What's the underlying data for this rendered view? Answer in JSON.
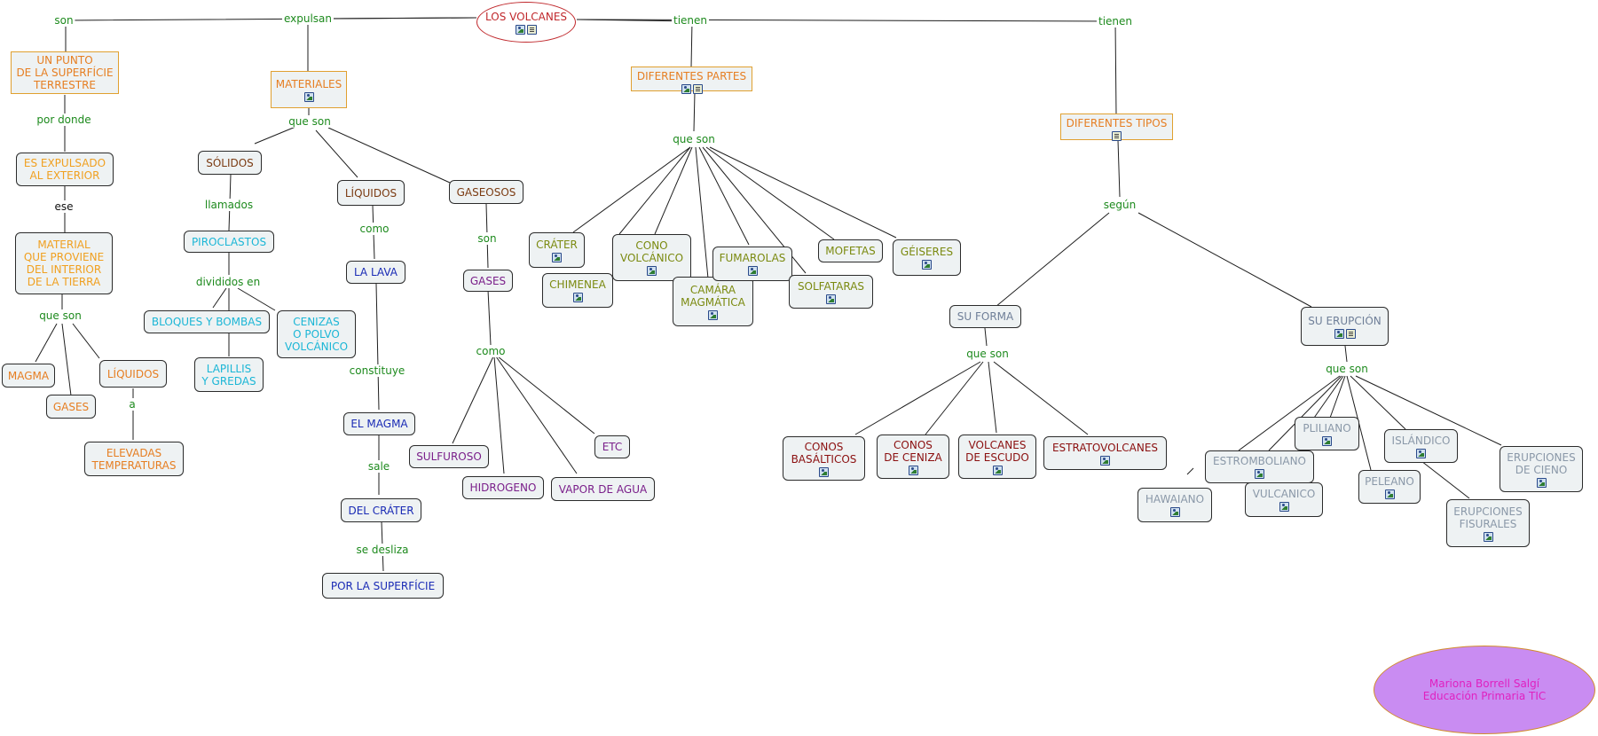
{
  "title": "LOS VOLCANES",
  "credits": [
    "Mariona Borrell Salgí",
    "Educación Primaria TIC"
  ],
  "colors": {
    "link": "#1d8a1d",
    "orange": "#e67e22",
    "brown": "#7b3b12",
    "cyan": "#1bb6d6",
    "blue": "#1a2bb5",
    "purple": "#7a1f8a",
    "olive": "#7b8a10",
    "darkred": "#8b1010",
    "grey": "#6f7f98",
    "lightgrey": "#8a98a8"
  },
  "nodes": {
    "root": {
      "text": "LOS VOLCANES",
      "icons": [
        "image-icon",
        "document-icon"
      ]
    },
    "punto": {
      "text": "UN PUNTO\nDE LA SUPERFÍCIE\nTERRESTRE"
    },
    "expulsado": {
      "text": "ES EXPULSADO\nAL EXTERIOR"
    },
    "material": {
      "text": "MATERIAL\nQUE PROVIENE\nDEL INTERIOR\nDE LA TIERRA"
    },
    "magma": {
      "text": "MAGMA"
    },
    "gases_l": {
      "text": "GASES"
    },
    "liquidos_l": {
      "text": "LÍQUIDOS"
    },
    "elevadas": {
      "text": "ELEVADAS\nTEMPERATURAS"
    },
    "materiales": {
      "text": "MATERIALES",
      "icons": [
        "image-icon"
      ]
    },
    "solidos": {
      "text": "SÓLIDOS"
    },
    "piroclastos": {
      "text": "PIROCLASTOS"
    },
    "bloques": {
      "text": "BLOQUES Y BOMBAS"
    },
    "lapillis": {
      "text": "LAPILLIS\nY GREDAS"
    },
    "cenizas": {
      "text": "CENIZAS\nO POLVO\nVOLCÁNICO"
    },
    "liquidos": {
      "text": "LÍQUIDOS"
    },
    "lava": {
      "text": "LA LAVA"
    },
    "elmagma": {
      "text": "EL MAGMA"
    },
    "delcrater": {
      "text": "DEL CRÁTER"
    },
    "superficie": {
      "text": "POR LA SUPERFÍCIE"
    },
    "gaseosos": {
      "text": "GASEOSOS"
    },
    "gases": {
      "text": "GASES"
    },
    "sulfuroso": {
      "text": "SULFUROSO"
    },
    "hidrogeno": {
      "text": "HIDROGENO"
    },
    "vapor": {
      "text": "VAPOR DE AGUA"
    },
    "etc": {
      "text": "ETC"
    },
    "partes": {
      "text": "DIFERENTES PARTES",
      "icons": [
        "image-icon",
        "document-icon"
      ]
    },
    "crater": {
      "text": "CRÁTER",
      "icons": [
        "image-icon"
      ]
    },
    "chimenea": {
      "text": "CHIMENEA",
      "icons": [
        "image-icon"
      ]
    },
    "cono": {
      "text": "CONO\nVOLCÁNICO",
      "icons": [
        "image-icon"
      ]
    },
    "camara": {
      "text": "CAMÁRA\nMAGMÁTICA",
      "icons": [
        "image-icon"
      ]
    },
    "fumarolas": {
      "text": "FUMAROLAS",
      "icons": [
        "image-icon"
      ]
    },
    "solfataras": {
      "text": "SOLFATARAS",
      "icons": [
        "image-icon"
      ]
    },
    "mofetas": {
      "text": "MOFETAS"
    },
    "geiseres": {
      "text": "GÉISERES",
      "icons": [
        "image-icon"
      ]
    },
    "tipos": {
      "text": "DIFERENTES TIPOS",
      "icons": [
        "document-icon"
      ]
    },
    "forma": {
      "text": "SU FORMA"
    },
    "basalticos": {
      "text": "CONOS\nBASÁLTICOS",
      "icons": [
        "image-icon"
      ]
    },
    "ceniza": {
      "text": "CONOS\nDE CENIZA",
      "icons": [
        "image-icon"
      ]
    },
    "escudo": {
      "text": "VOLCANES\nDE ESCUDO",
      "icons": [
        "image-icon"
      ]
    },
    "estrato": {
      "text": "ESTRATOVOLCANES",
      "icons": [
        "image-icon"
      ]
    },
    "erupcion": {
      "text": "SU ERUPCIÓN",
      "icons": [
        "image-icon",
        "document-icon"
      ]
    },
    "pliliano": {
      "text": "PLILIANO",
      "icons": [
        "image-icon"
      ]
    },
    "estromboliano": {
      "text": "ESTROMBOLIANO",
      "icons": [
        "image-icon"
      ]
    },
    "hawaiano": {
      "text": "HAWAIANO",
      "icons": [
        "image-icon"
      ]
    },
    "vulcanico": {
      "text": "VULCANICO",
      "icons": [
        "image-icon"
      ]
    },
    "peleano": {
      "text": "PELEANO",
      "icons": [
        "image-icon"
      ]
    },
    "islandico": {
      "text": "ISLÁNDICO",
      "icons": [
        "image-icon"
      ]
    },
    "fisurales": {
      "text": "ERUPCIONES\nFISURALES",
      "icons": [
        "image-icon"
      ]
    },
    "cieno": {
      "text": "ERUPCIONES\nDE CIENO",
      "icons": [
        "image-icon"
      ]
    }
  },
  "links": {
    "son": "son",
    "expulsan": "expulsan",
    "tienen1": "tienen",
    "tienen2": "tienen",
    "pordonde": "por donde",
    "ese": "ese",
    "queson_mat": "que son",
    "a": "a",
    "queson_mts": "que son",
    "llamados": "llamados",
    "divididos": "divididos en",
    "como_liq": "como",
    "constituye": "constituye",
    "sale": "sale",
    "sedesliza": "se desliza",
    "son_gas": "son",
    "como_gas": "como",
    "queson_partes": "que son",
    "segun": "según",
    "queson_forma": "que son",
    "queson_erup": "que son"
  }
}
